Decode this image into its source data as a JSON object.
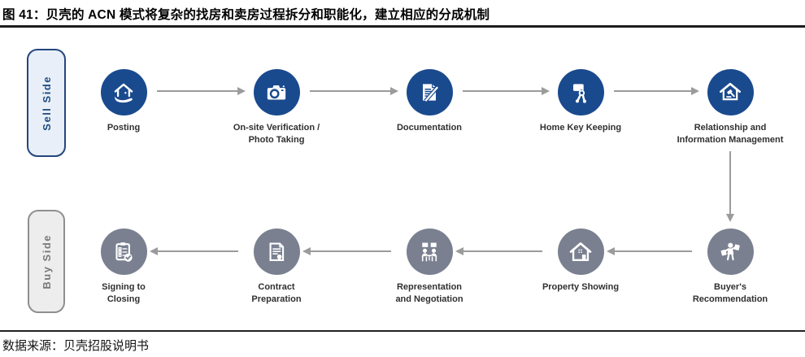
{
  "figure": {
    "title": "图 41：贝壳的 ACN 模式将复杂的找房和卖房过程拆分和职能化，建立相应的分成机制",
    "source": "数据来源：贝壳招股说明书"
  },
  "colors": {
    "sell_accent": "#1a4a8e",
    "buy_accent": "#7a8090",
    "sell_lane_fill": "#e8eff8",
    "buy_lane_fill": "#ededee",
    "arrow": "#9b9b9b"
  },
  "flow": {
    "sell": {
      "lane_label": "Sell Side",
      "steps": [
        {
          "label": "Posting",
          "icon": "house-in-hand-icon"
        },
        {
          "label": "On-site Verification /\nPhoto Taking",
          "icon": "camera-icon"
        },
        {
          "label": "Documentation",
          "icon": "document-pen-icon"
        },
        {
          "label": "Home Key Keeping",
          "icon": "keys-icon"
        },
        {
          "label": "Relationship and\nInformation Management",
          "icon": "house-gavel-icon"
        }
      ]
    },
    "buy": {
      "lane_label": "Buy Side",
      "steps": [
        {
          "label": "Signing to\nClosing",
          "icon": "clipboard-check-icon"
        },
        {
          "label": "Contract\nPreparation",
          "icon": "contract-seal-icon"
        },
        {
          "label": "Representation\nand Negotiation",
          "icon": "negotiation-icon"
        },
        {
          "label": "Property Showing",
          "icon": "house-icon"
        },
        {
          "label": "Buyer's\nRecommendation",
          "icon": "shopping-person-icon"
        }
      ]
    }
  }
}
